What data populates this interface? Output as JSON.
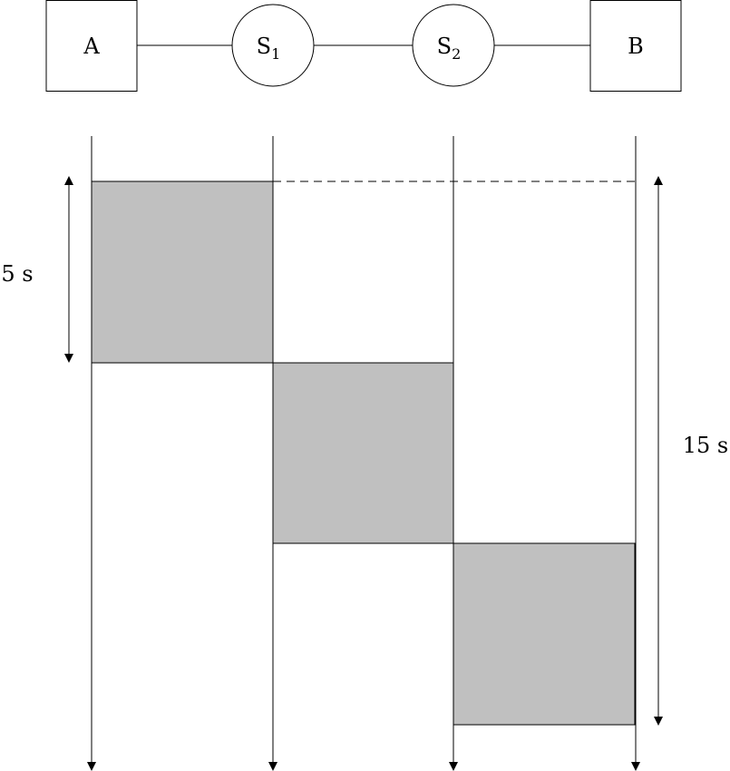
{
  "nodes": [
    {
      "label": "A",
      "sub": "",
      "shape": "square"
    },
    {
      "label": "S",
      "sub": "1",
      "shape": "circle"
    },
    {
      "label": "S",
      "sub": "2",
      "shape": "circle"
    },
    {
      "label": "B",
      "sub": "",
      "shape": "square"
    }
  ],
  "annotations": {
    "left_duration": "5 s",
    "right_duration": "15 s"
  },
  "colors": {
    "block_fill": "#c0c0c0"
  }
}
